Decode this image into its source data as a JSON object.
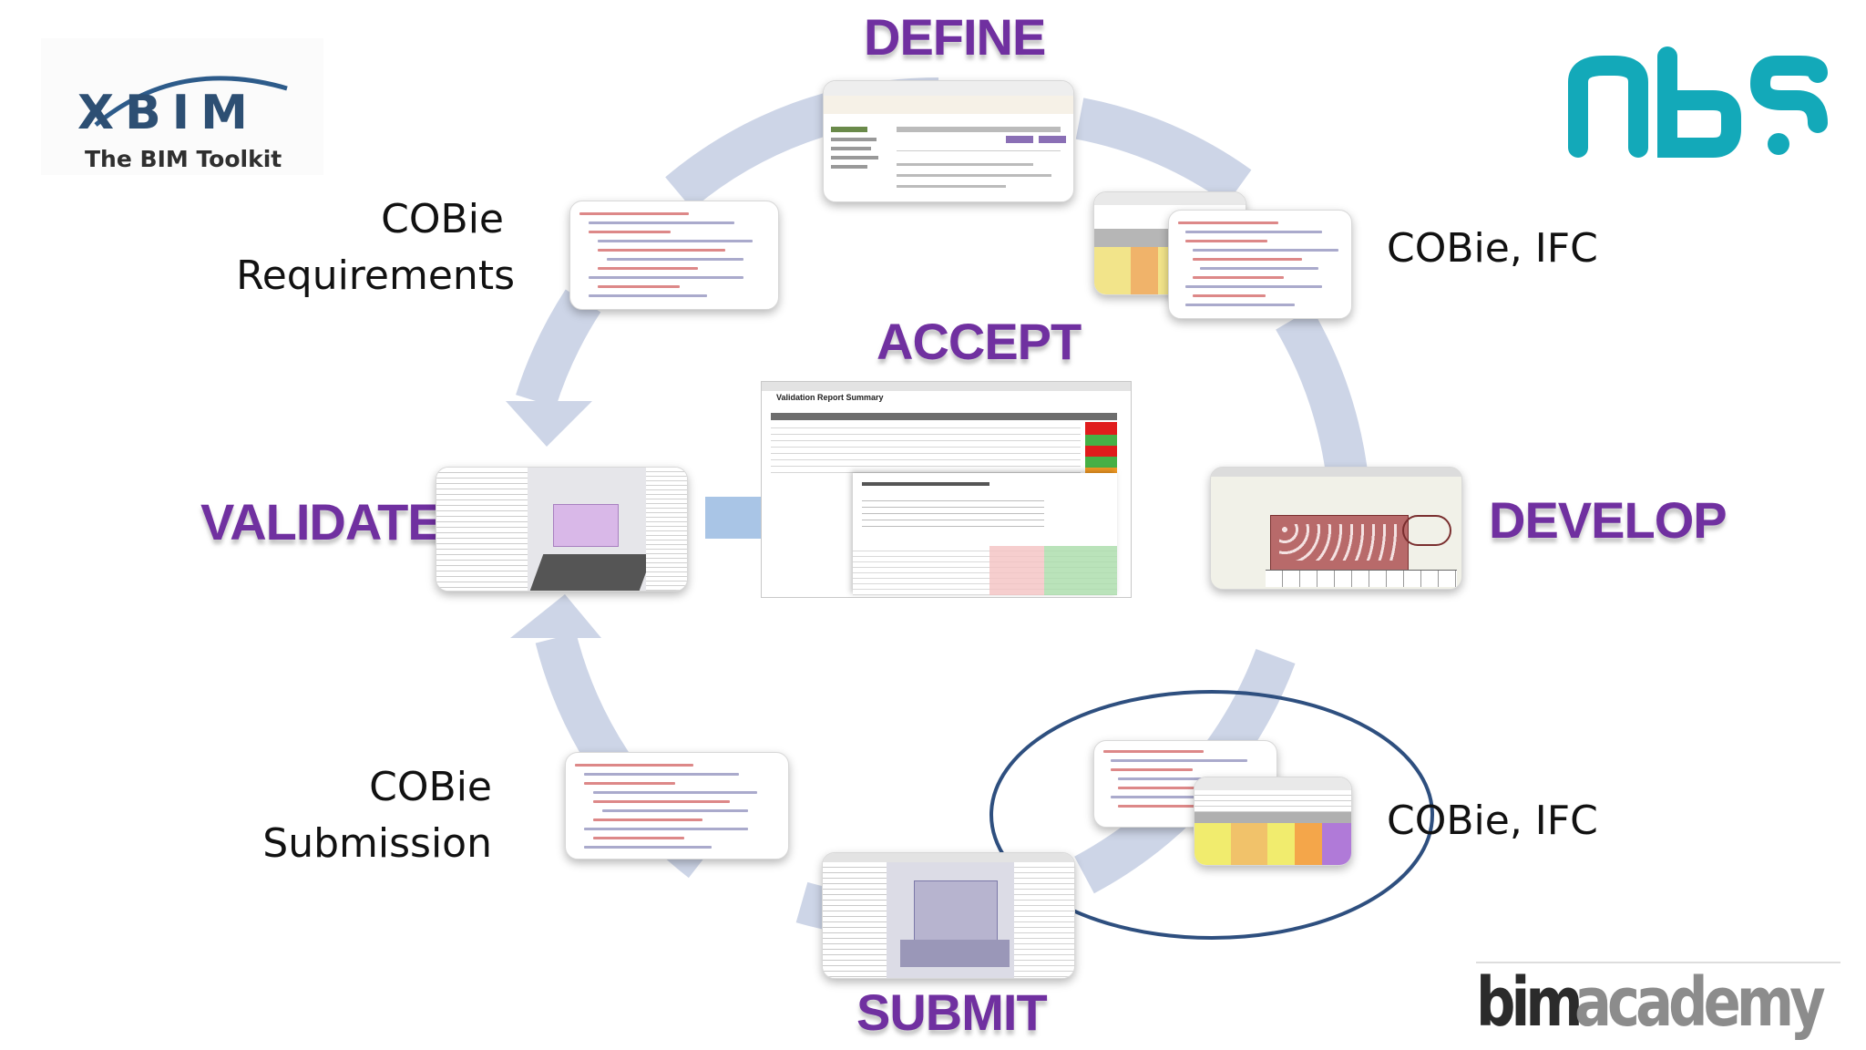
{
  "stages": {
    "define": "DEFINE",
    "accept": "ACCEPT",
    "validate": "VALIDATE",
    "develop": "DEVELOP",
    "submit": "SUBMIT"
  },
  "captions": {
    "requirements": [
      "COBie",
      "Requirements"
    ],
    "develop_output": "COBie, IFC",
    "submission": [
      "COBie",
      "Submission"
    ],
    "submit_output": "COBie, IFC"
  },
  "logos": {
    "xbim_wordmark": "XBIM",
    "xbim_tagline": "The BIM Toolkit",
    "nbs": "nbs",
    "bimacademy_bold": "bim",
    "bimacademy_light": "academy"
  },
  "validation_report": {
    "title": "Validation Report Summary"
  },
  "colors": {
    "stage_title": "#7030a0",
    "cycle_arrow": "#c9d2e6",
    "accept_arrow": "#a9c5e6",
    "highlight_ellipse": "#2e4f7f",
    "nbs_teal": "#13a9b9"
  }
}
